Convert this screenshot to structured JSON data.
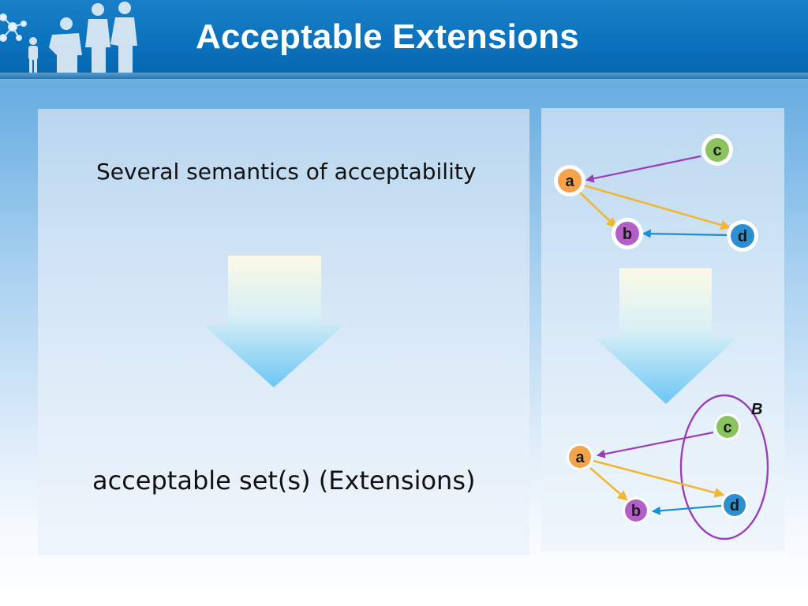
{
  "slide": {
    "title": "Acceptable Extensions"
  },
  "left_panel": {
    "top_text": "Several semantics of acceptability",
    "bottom_text": "acceptable set(s) (Extensions)"
  },
  "diagram": {
    "nodes": [
      {
        "id": "a",
        "label": "a",
        "color": "#f5a34b"
      },
      {
        "id": "b",
        "label": "b",
        "color": "#b35fc7"
      },
      {
        "id": "c",
        "label": "c",
        "color": "#8cc35f"
      },
      {
        "id": "d",
        "label": "d",
        "color": "#2d8fd0"
      }
    ],
    "edges": [
      {
        "from": "c",
        "to": "a",
        "color": "#9b3fb8"
      },
      {
        "from": "a",
        "to": "b",
        "color": "#f2b632"
      },
      {
        "from": "a",
        "to": "d",
        "color": "#f2b632"
      },
      {
        "from": "d",
        "to": "b",
        "color": "#1c8fd0"
      }
    ],
    "extension_label": "B",
    "extension_color": "#9b3fb8"
  }
}
